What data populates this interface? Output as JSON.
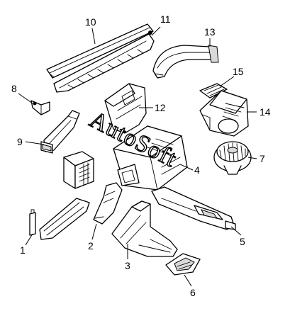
{
  "diagram": {
    "callouts": [
      {
        "id": "part-1",
        "label": "1"
      },
      {
        "id": "part-2",
        "label": "2"
      },
      {
        "id": "part-3",
        "label": "3"
      },
      {
        "id": "part-4",
        "label": "4"
      },
      {
        "id": "part-5",
        "label": "5"
      },
      {
        "id": "part-6",
        "label": "6"
      },
      {
        "id": "part-7",
        "label": "7"
      },
      {
        "id": "part-8",
        "label": "8"
      },
      {
        "id": "part-9",
        "label": "9"
      },
      {
        "id": "part-10",
        "label": "10"
      },
      {
        "id": "part-11",
        "label": "11"
      },
      {
        "id": "part-12",
        "label": "12"
      },
      {
        "id": "part-13",
        "label": "13"
      },
      {
        "id": "part-14",
        "label": "14"
      },
      {
        "id": "part-15",
        "label": "15"
      }
    ],
    "watermark": "AutoSoft"
  }
}
